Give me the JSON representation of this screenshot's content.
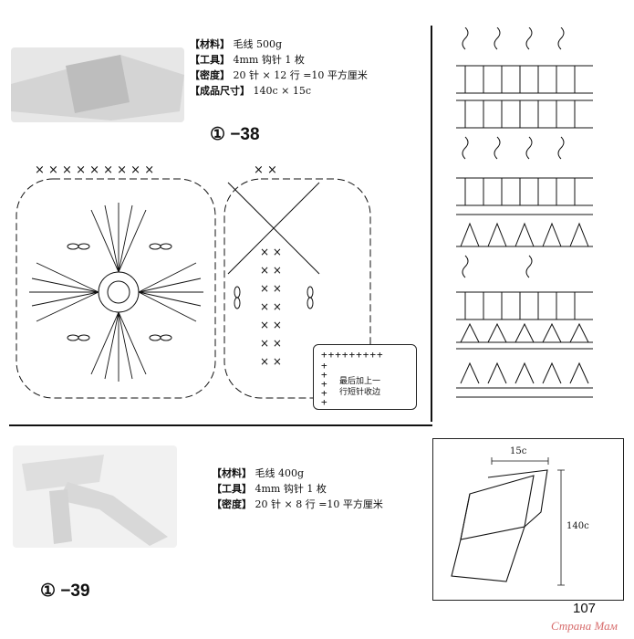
{
  "pattern_38": {
    "label": "① −38",
    "specs": [
      {
        "key": "【材料】",
        "value": "毛线 500g"
      },
      {
        "key": "【工具】",
        "value": "4mm 钩针 1 枚"
      },
      {
        "key": "【密度】",
        "value": "20 针 × 12 行 =10 平方厘米"
      },
      {
        "key": "【成品尺寸】",
        "value": "140c × 15c"
      }
    ],
    "legend_note_line1": "最后加上一",
    "legend_note_line2": "行短针收边"
  },
  "pattern_39": {
    "label": "① −39",
    "specs": [
      {
        "key": "【材料】",
        "value": "毛线 400g"
      },
      {
        "key": "【工具】",
        "value": "4mm 钩针 1 枚"
      },
      {
        "key": "【密度】",
        "value": "20 针 × 8 行 =10 平方厘米"
      }
    ],
    "dim_width": "15c",
    "dim_length": "140c"
  },
  "page_number": "107",
  "watermark": "Страна Мам",
  "colors": {
    "ink": "#111111",
    "photo_gray": "#e7e7e7",
    "watermark": "#d76b6b"
  }
}
